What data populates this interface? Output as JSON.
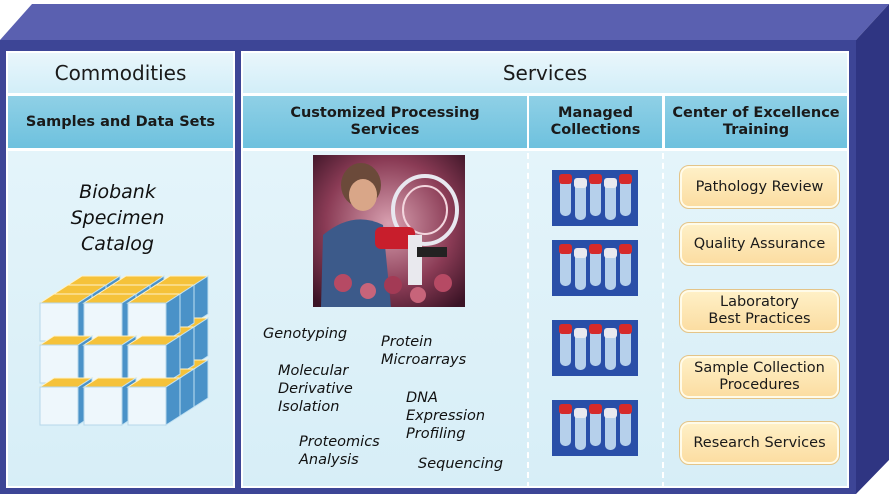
{
  "commodities": {
    "title": "Commodities",
    "subheader": "Samples and Data Sets",
    "catalog_lines": [
      "Biobank",
      "Specimen",
      "Catalog"
    ]
  },
  "services": {
    "title": "Services",
    "columns": {
      "processing": {
        "header_lines": [
          "Customized Processing",
          "Services"
        ],
        "items": [
          {
            "lines": [
              "Genotyping"
            ]
          },
          {
            "lines": [
              "Protein",
              "Microarrays"
            ]
          },
          {
            "lines": [
              "Molecular",
              "Derivative",
              "Isolation"
            ]
          },
          {
            "lines": [
              "DNA",
              "Expression",
              "Profiling"
            ]
          },
          {
            "lines": [
              "Proteomics",
              "Analysis"
            ]
          },
          {
            "lines": [
              "Sequencing"
            ]
          }
        ]
      },
      "collections": {
        "header_lines": [
          "Managed",
          "Collections"
        ]
      },
      "training": {
        "header_lines": [
          "Center of Excellence",
          "Training"
        ],
        "buttons": [
          {
            "lines": [
              "Pathology Review"
            ]
          },
          {
            "lines": [
              "Quality Assurance"
            ]
          },
          {
            "lines": [
              "Laboratory",
              "Best Practices"
            ]
          },
          {
            "lines": [
              "Sample Collection",
              "Procedures"
            ]
          },
          {
            "lines": [
              "Research Services"
            ]
          }
        ]
      }
    }
  },
  "colors": {
    "frame": "#3d4596",
    "header": "#6ec1de",
    "panel": "#e4f4fa",
    "button": "#fbdca0"
  }
}
